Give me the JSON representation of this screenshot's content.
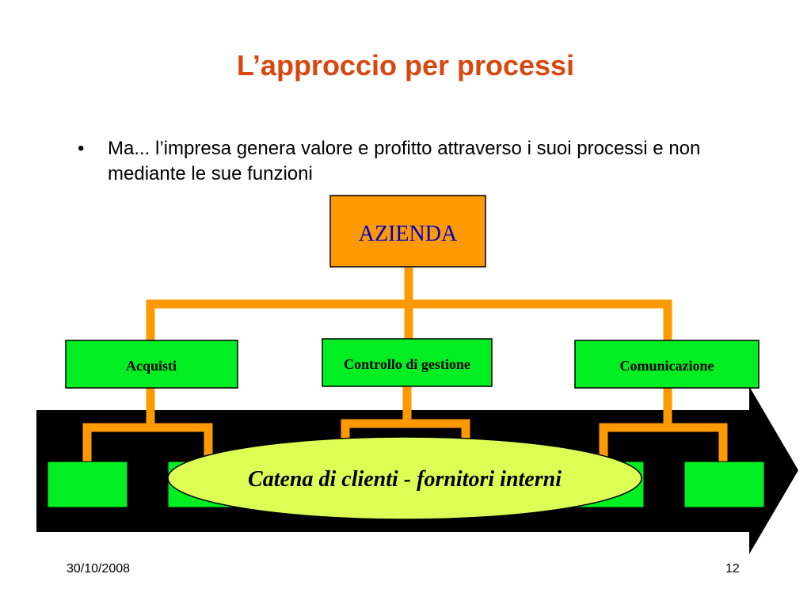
{
  "slide": {
    "title": "L’approccio per processi",
    "bullet": "Ma... l’impresa genera valore e profitto attraverso i suoi processi e non mediante le sue funzioni",
    "bullet_symbol": "•"
  },
  "diagram": {
    "root": "AZIENDA",
    "functions": [
      "Acquisti",
      "Controllo di gestione",
      "Comunicazione"
    ],
    "process_label": "Catena di clienti - fornitori interni"
  },
  "footer": {
    "date": "30/10/2008",
    "page": "12"
  },
  "colors": {
    "title": "#d9470f",
    "connector": "#ff9900",
    "root_box": "#ff9900",
    "root_text": "#0000cc",
    "function_box": "#00ee22",
    "arrow": "#000000",
    "ellipse": "#ddff55"
  }
}
